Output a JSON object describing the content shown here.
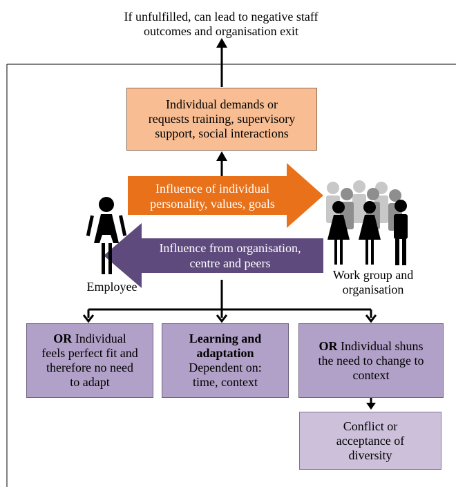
{
  "top_outcome": {
    "line1": "If unfulfilled, can lead to negative staff",
    "line2": "outcomes and organisation exit"
  },
  "demands_box": {
    "line1": "Individual demands or",
    "line2": "requests training, supervisory",
    "line3": "support, social interactions"
  },
  "influence_individual": {
    "line1": "Influence of individual",
    "line2": "personality, values, goals"
  },
  "influence_organisation": {
    "line1": "Influence from organisation,",
    "line2": "centre and peers"
  },
  "employee_label": "Employee",
  "workgroup_label": {
    "line1": "Work group and",
    "line2": "organisation"
  },
  "outcome_fit": {
    "bold": "OR",
    "line1": " Individual",
    "line2": "feels perfect fit and",
    "line3": "therefore no need",
    "line4": "to adapt"
  },
  "outcome_learning": {
    "bold1": "Learning and",
    "bold2": "adaptation",
    "line1": "Dependent on:",
    "line2": "time, context"
  },
  "outcome_shun": {
    "bold": "OR",
    "line1": " Individual shuns",
    "line2": "the need to change to",
    "line3": "context"
  },
  "conflict_box": {
    "line1": "Conflict or",
    "line2": "acceptance of",
    "line3": "diversity"
  },
  "colors": {
    "orange_box": "#f8bd92",
    "orange_arrow": "#e8711a",
    "purple_arrow": "#5f4a7e",
    "purple_box": "#b1a0c7",
    "lilac_box": "#ccc0da"
  },
  "icons": [
    "female-person-icon",
    "people-group-icon"
  ]
}
